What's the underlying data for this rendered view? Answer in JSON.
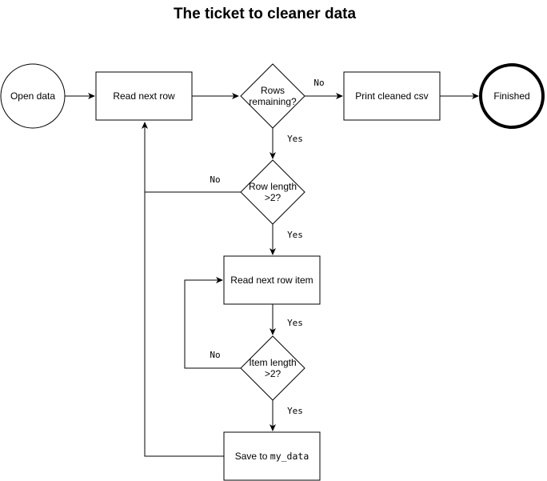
{
  "title": "The ticket to cleaner data",
  "nodes": {
    "open_data": "Open data",
    "read_next_row": "Read next row",
    "rows_remaining_line1": "Rows",
    "rows_remaining_line2": "remaining?",
    "print_cleaned_csv": "Print cleaned csv",
    "finished": "Finished",
    "row_length_line1": "Row length",
    "row_length_line2": ">2?",
    "read_next_row_item": "Read next row item",
    "item_length_line1": "Item length",
    "item_length_line2": ">2?",
    "save_to_prefix": "Save to ",
    "save_to_var": "my_data"
  },
  "edges": {
    "rows_no": "No",
    "rows_yes": "Yes",
    "rowlen_no": "No",
    "rowlen_yes": "Yes",
    "item_read_yes": "Yes",
    "itemlen_no": "No",
    "itemlen_yes": "Yes"
  }
}
